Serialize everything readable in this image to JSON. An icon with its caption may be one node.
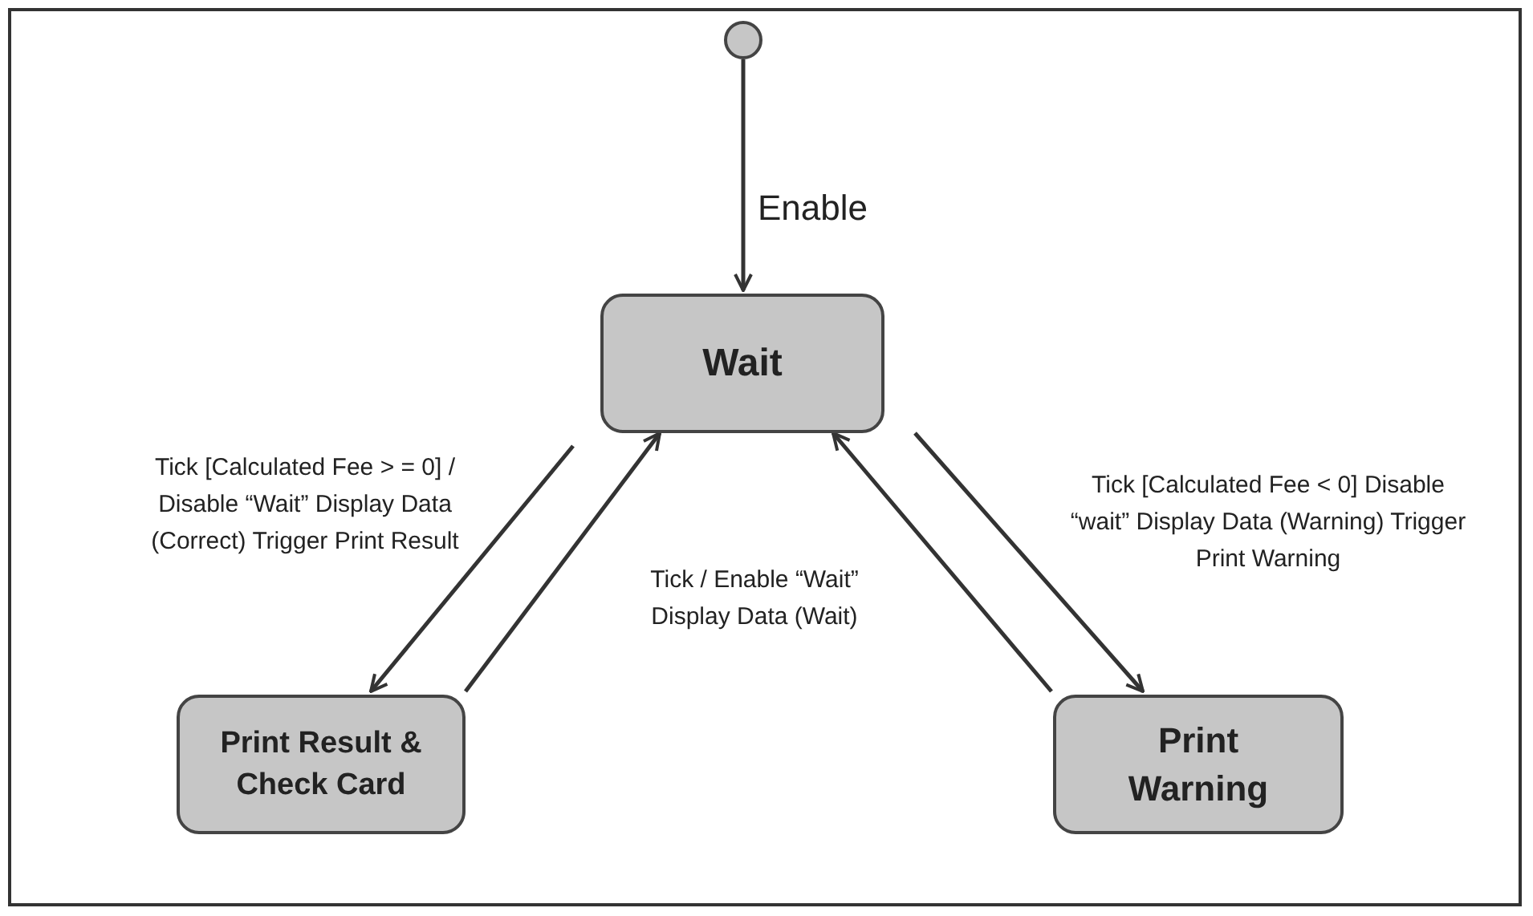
{
  "diagram": {
    "nodes": [
      {
        "text": [],
        "shape": "circle"
      },
      {
        "text": [
          "Wait"
        ]
      },
      {
        "text": [
          "Print Result & Check Card"
        ]
      },
      {
        "text": [
          "Print Warning"
        ]
      }
    ],
    "edges": [
      {
        "from": 0,
        "to": 1,
        "arrow": "to",
        "label": "Enable"
      },
      {
        "from": 1,
        "to": 2,
        "arrow": "to",
        "label": "Tick [Calculated Fee > = 0] / Disable “Wait” Display Data (Correct) Trigger Print Result"
      },
      {
        "from": 2,
        "to": 1,
        "arrow": "to"
      },
      {
        "from": 3,
        "to": 1,
        "arrow": "to"
      },
      {
        "from": 1,
        "to": 3,
        "arrow": "to",
        "label": "Tick [Calculated Fee < 0] Disable “wait” Display Data (Warning) Trigger Print Warning"
      }
    ],
    "labels": [
      "Tick / Enable “Wait” Display Data (Wait)"
    ]
  }
}
